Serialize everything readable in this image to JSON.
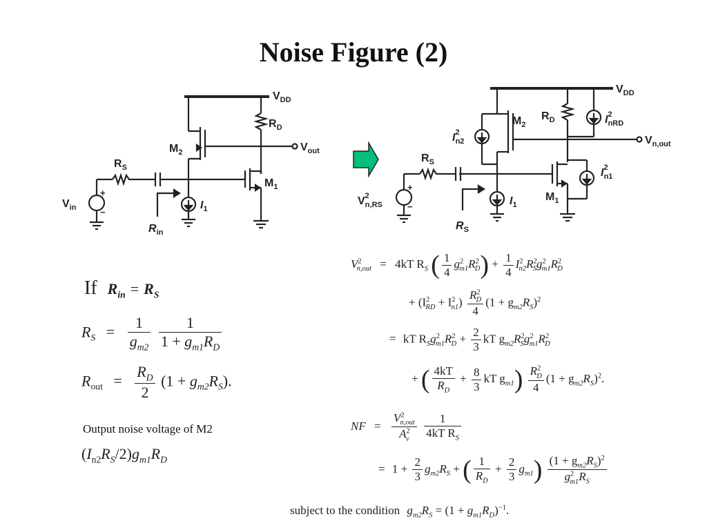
{
  "slide": {
    "title": "Noise Figure (2)"
  },
  "left_circuit": {
    "labels": {
      "vdd": "V",
      "vdd_sub": "DD",
      "rd": "R",
      "rd_sub": "D",
      "m2": "M",
      "m2_sub": "2",
      "vout": "V",
      "vout_sub": "out",
      "rs": "R",
      "rs_sub": "S",
      "m1": "M",
      "m1_sub": "1",
      "vin": "V",
      "vin_sub": "in",
      "i1": "I",
      "i1_sub": "1",
      "rin": "R",
      "rin_sub": "in",
      "plus": "+",
      "minus": "−"
    }
  },
  "right_circuit": {
    "labels": {
      "vdd": "V",
      "vdd_sub": "DD",
      "m2": "M",
      "m2_sub": "2",
      "rd": "R",
      "rd_sub": "D",
      "inrd": "I",
      "inrd_sub": "nRD",
      "inrd_sup": "2",
      "in2": "I",
      "in2_sub": "n2",
      "in2_sup": "2",
      "vnout": "V",
      "vnout_sub": "n,out",
      "rs": "R",
      "rs_sub": "S",
      "in1": "I",
      "in1_sub": "n1",
      "in1_sup": "2",
      "vnrs": "V",
      "vnrs_sub": "n,RS",
      "vnrs_sup": "2",
      "m1": "M",
      "m1_sub": "1",
      "i1": "I",
      "i1_sub": "1",
      "rs_bottom": "R",
      "rs_bottom_sub": "S",
      "plus": "+",
      "minus": "−"
    }
  },
  "arrow": {
    "color": "#00c07a"
  },
  "condition": {
    "if_label": "If",
    "lhs": "R",
    "lhs_sub": "in",
    "eq": "=",
    "rhs": "R",
    "rhs_sub": "S"
  },
  "left_equations": {
    "rs_lhs": "R",
    "rs_lhs_sub": "S",
    "eq": "=",
    "one": "1",
    "gm2": "g",
    "gm2_sub": "m2",
    "one_plus_gm1rd": "1 + ",
    "gm1": "g",
    "gm1_sub": "m1",
    "rd": "R",
    "rd_sub": "D",
    "rout_lhs": "R",
    "rout_lhs_sub": "out",
    "rd_num": "R",
    "rd_num_sub": "D",
    "two": "2",
    "rout_tail_open": "(1 + ",
    "gm2b": "g",
    "gm2b_sub": "m2",
    "rs": "R",
    "rs_sub": "S",
    "rout_tail_close": ")."
  },
  "output_noise": {
    "label": "Output noise voltage of M2",
    "expr_open": "(",
    "in2": "I",
    "in2_sub": "n2",
    "rs": "R",
    "rs_sub": "S",
    "div2": "/2)",
    "gm1": "g",
    "gm1_sub": "m1",
    "rd": "R",
    "rd_sub": "D"
  },
  "right_equations": {
    "vout_lhs": "V",
    "vout_lhs_sup": "2",
    "vout_lhs_sub": "n,out",
    "eq": "=",
    "line1_a": "4kT R",
    "line1_a_sub": "S",
    "line1_frac_num": "1",
    "line1_frac_den": "4",
    "line1_b": "g",
    "line1_b_sup": "2",
    "line1_b_sub": "m1",
    "line1_c": "R",
    "line1_c_sup": "2",
    "line1_c_sub": "D",
    "line1_plus": "+",
    "line1_d": "I",
    "line1_d_sup": "2",
    "line1_d_sub": "n2",
    "line1_e": "R",
    "line1_e_sup": "2",
    "line1_e_sub": "S",
    "line1_f": "g",
    "line1_f_sup": "2",
    "line1_f_sub": "m1",
    "line1_g": "R",
    "line1_g_sup": "2",
    "line1_g_sub": "D",
    "line2_plus": "+",
    "line2_open": "(I",
    "line2_ird_sup": "2",
    "line2_ird_sub": "RD",
    "line2_plus2": " + I",
    "line2_in1_sup": "2",
    "line2_in1_sub": "n1",
    "line2_close": ")",
    "line2_frac_num": "R",
    "line2_frac_num_sup": "2",
    "line2_frac_num_sub": "D",
    "line2_frac_den": "4",
    "line2_tail": "(1 + g",
    "line2_tail_sub": "m2",
    "line2_tail_b": "R",
    "line2_tail_b_sub": "S",
    "line2_tail_c": ")",
    "line2_tail_sup": "2",
    "line3_a": "kT R",
    "line3_a_sub": "S",
    "line3_b": "g",
    "line3_b_sup": "2",
    "line3_b_sub": "m1",
    "line3_c": "R",
    "line3_c_sup": "2",
    "line3_c_sub": "D",
    "line3_plus": "+",
    "line3_frac_num": "2",
    "line3_frac_den": "3",
    "line3_d": "kT g",
    "line3_d_sub": "m2",
    "line3_e": "R",
    "line3_e_sup": "2",
    "line3_e_sub": "S",
    "line3_f": "g",
    "line3_f_sup": "2",
    "line3_f_sub": "m1",
    "line3_g": "R",
    "line3_g_sup": "2",
    "line3_g_sub": "D",
    "line4_plus": "+",
    "line4_f1_num": "4kT",
    "line4_f1_den_r": "R",
    "line4_f1_den_sub": "D",
    "line4_plus2": "+",
    "line4_f2_num": "8",
    "line4_f2_den": "3",
    "line4_b": "kT g",
    "line4_b_sub": "m1",
    "line4_f3_num": "R",
    "line4_f3_num_sup": "2",
    "line4_f3_num_sub": "D",
    "line4_f3_den": "4",
    "line4_tail": "(1 + g",
    "line4_tail_sub": "m2",
    "line4_tail_b": "R",
    "line4_tail_b_sub": "S",
    "line4_tail_c": ")",
    "line4_tail_sup": "2",
    "line4_end": ".",
    "nf_lhs": "NF",
    "nf_frac1_num": "V",
    "nf_frac1_num_sup": "2",
    "nf_frac1_num_sub": "n,out",
    "nf_frac1_den": "A",
    "nf_frac1_den_sup": "2",
    "nf_frac1_den_sub": "v",
    "nf_frac2_num": "1",
    "nf_frac2_den": "4kT R",
    "nf_frac2_den_sub": "S",
    "nf2_a": "1 +",
    "nf2_frac1_num": "2",
    "nf2_frac1_den": "3",
    "nf2_b": "g",
    "nf2_b_sub": "m2",
    "nf2_c": "R",
    "nf2_c_sub": "S",
    "nf2_plus": "+",
    "nf2_frac2_num": "1",
    "nf2_frac2_den": "R",
    "nf2_frac2_den_sub": "D",
    "nf2_plus2": "+",
    "nf2_frac3_num": "2",
    "nf2_frac3_den": "3",
    "nf2_d": "g",
    "nf2_d_sub": "m1",
    "nf2_frac4_num": "(1 + g",
    "nf2_frac4_num_sub": "m2",
    "nf2_frac4_num_b": "R",
    "nf2_frac4_num_b_sub": "S",
    "nf2_frac4_num_c": ")",
    "nf2_frac4_num_sup": "2",
    "nf2_frac4_den": "g",
    "nf2_frac4_den_sup": "2",
    "nf2_frac4_den_sub": "m1",
    "nf2_frac4_den_b": "R",
    "nf2_frac4_den_b_sub": "S"
  },
  "subject": {
    "text": "subject to the condition",
    "a": "g",
    "a_sub": "m2",
    "b": "R",
    "b_sub": "S",
    "eq": " = (1 + ",
    "c": "g",
    "c_sub": "m1",
    "d": "R",
    "d_sub": "D",
    "close": ")",
    "sup": "−1",
    "end": "."
  }
}
